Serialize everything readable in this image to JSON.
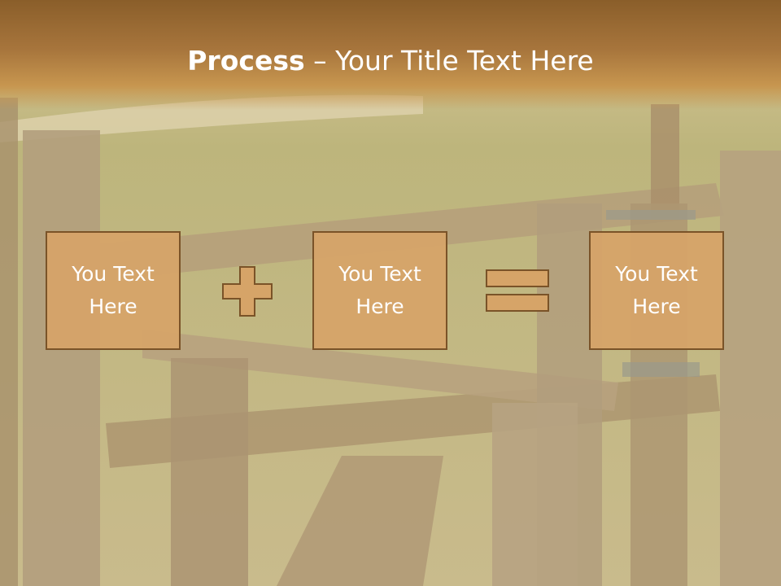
{
  "slide": {
    "title_bold": "Process",
    "title_rest": " – Your Title Text Here",
    "boxes": [
      {
        "text": "You Text Here"
      },
      {
        "text": "You Text Here"
      },
      {
        "text": "You Text Here"
      }
    ],
    "operators": [
      "plus-icon",
      "equals-icon"
    ]
  },
  "colors": {
    "header_dark": "#8a5e2a",
    "header_light": "#c7964f",
    "box_fill": "#d6a468",
    "box_border": "#7a5328",
    "text": "#ffffff"
  }
}
